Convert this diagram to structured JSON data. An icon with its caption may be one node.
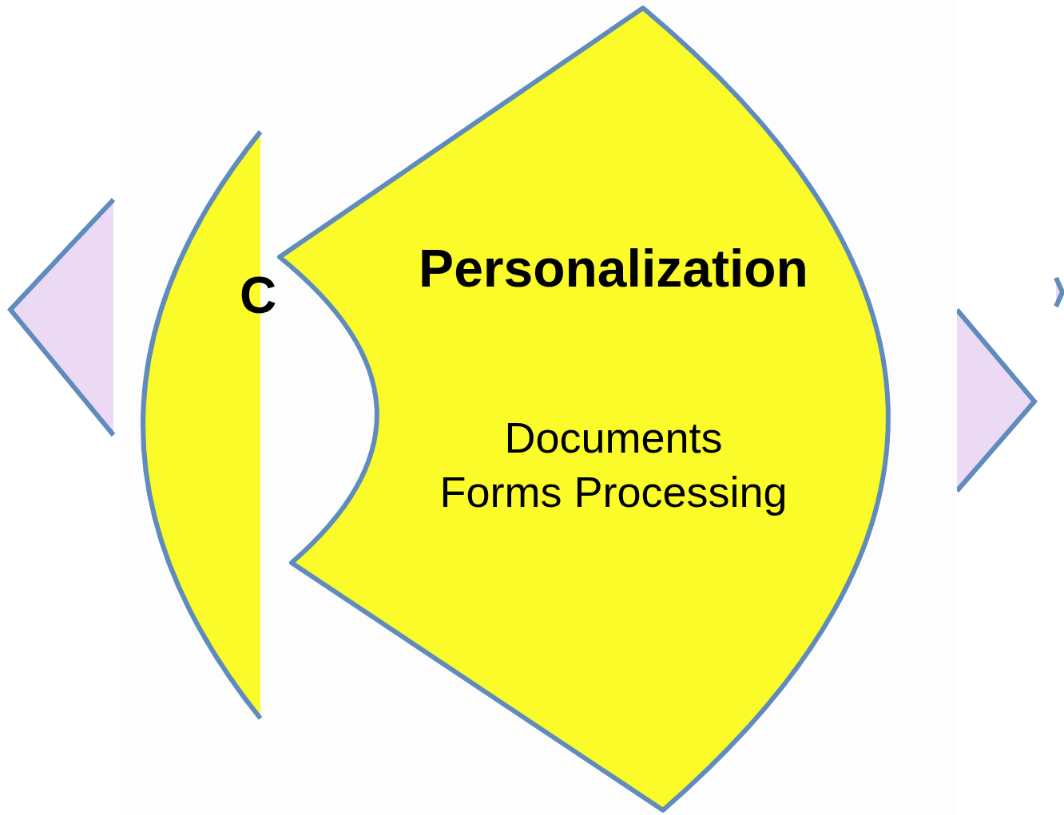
{
  "diagram": {
    "nodes": [
      {
        "text": [],
        "shape": "diamond"
      },
      {
        "text": [
          "C"
        ]
      },
      {
        "text": [
          "Personalization",
          "Documents Forms Processing"
        ]
      },
      {
        "text": [],
        "shape": "diamond"
      },
      {
        "text": [],
        "shape": "diamond"
      }
    ]
  }
}
